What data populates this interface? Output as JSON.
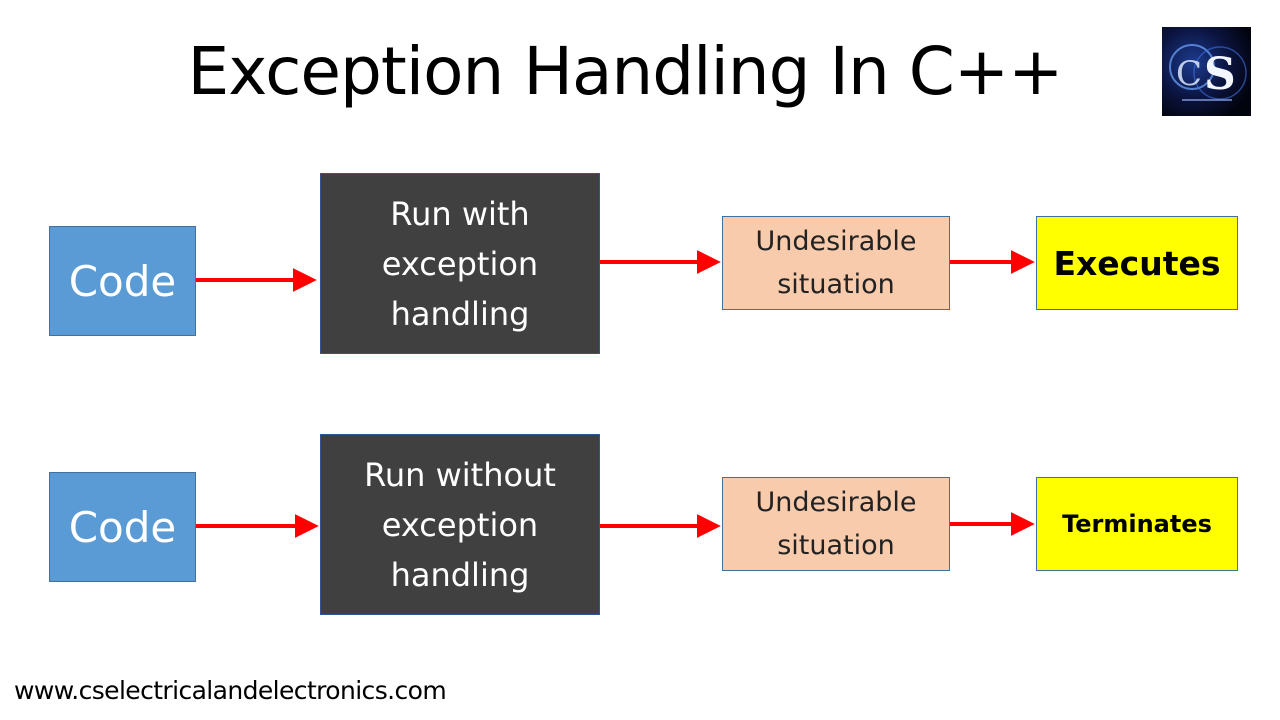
{
  "title": "Exception Handling In C++",
  "footer": "www.cselectricalandelectronics.com",
  "logo": {
    "lettering": "CS"
  },
  "colors": {
    "code_box": "#5b9bd5",
    "run_box": "#404040",
    "undesirable_box": "#f8cbad",
    "result_box": "#ffff00",
    "arrow": "#ff0000"
  },
  "rows": [
    {
      "code": "Code",
      "run": "Run with exception handling",
      "undesirable": "Undesirable situation",
      "result": "Executes"
    },
    {
      "code": "Code",
      "run": "Run without exception handling",
      "undesirable": "Undesirable situation",
      "result": "Terminates"
    }
  ]
}
